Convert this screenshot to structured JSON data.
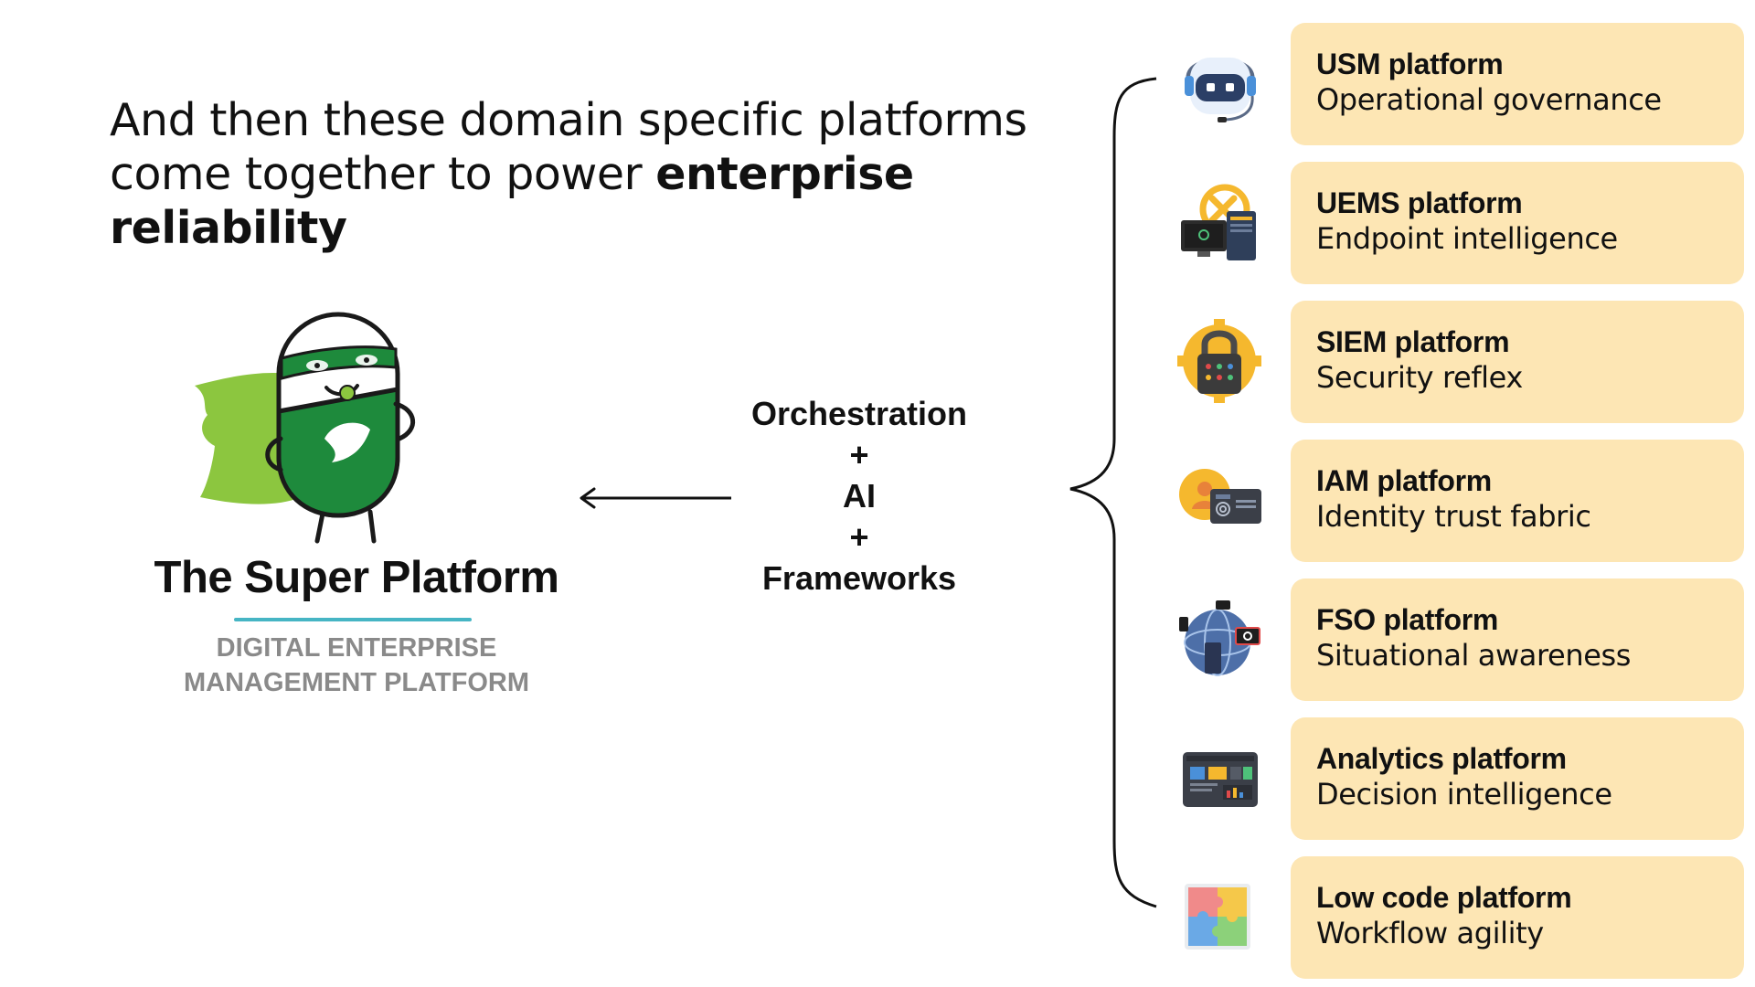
{
  "headline": {
    "line1": "And then these domain specific platforms",
    "line2_prefix": "come together to power ",
    "line2_bold": "enterprise reliability"
  },
  "super_platform": {
    "title": "The Super Platform",
    "subtitle_line1": "DIGITAL ENTERPRISE",
    "subtitle_line2": "MANAGEMENT PLATFORM"
  },
  "center_stack": {
    "items": [
      "Orchestration",
      "+",
      "AI",
      "+",
      "Frameworks"
    ]
  },
  "platforms": [
    {
      "name": "USM platform",
      "description": "Operational governance",
      "icon": "robot-headset-icon"
    },
    {
      "name": "UEMS platform",
      "description": "Endpoint intelligence",
      "icon": "endpoint-devices-icon"
    },
    {
      "name": "SIEM platform",
      "description": "Security reflex",
      "icon": "security-lock-icon"
    },
    {
      "name": "IAM platform",
      "description": "Identity trust fabric",
      "icon": "identity-card-icon"
    },
    {
      "name": "FSO platform",
      "description": "Situational awareness",
      "icon": "globe-monitoring-icon"
    },
    {
      "name": "Analytics platform",
      "description": "Decision intelligence",
      "icon": "analytics-dashboard-icon"
    },
    {
      "name": "Low code platform",
      "description": "Workflow agility",
      "icon": "puzzle-icon"
    }
  ],
  "colors": {
    "card_background": "#fde6b4",
    "underline": "#46b5c4",
    "subtitle_gray": "#8a8a8a",
    "mascot_green": "#1e8a3c",
    "cape_green": "#8cc63f"
  }
}
